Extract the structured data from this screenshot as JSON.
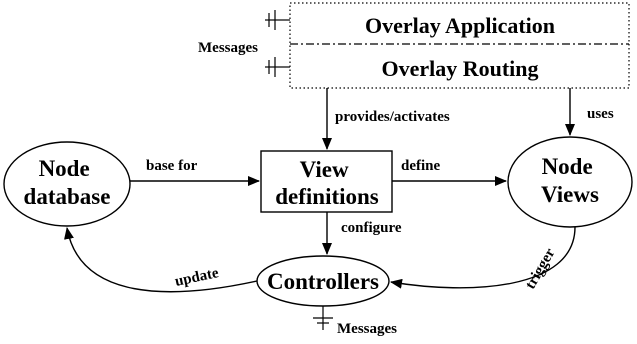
{
  "overlay": {
    "application_label": "Overlay Application",
    "routing_label": "Overlay Routing"
  },
  "nodes": {
    "node_database": [
      "Node",
      "database"
    ],
    "view_definitions": [
      "View",
      "definitions"
    ],
    "node_views": [
      "Node",
      "Views"
    ],
    "controllers": "Controllers"
  },
  "edges": {
    "messages_top": "Messages",
    "provides_activates": "provides/activates",
    "uses": "uses",
    "base_for": "base for",
    "define": "define",
    "configure": "configure",
    "update": "update",
    "trigger": "trigger",
    "messages_bottom": "Messages"
  }
}
